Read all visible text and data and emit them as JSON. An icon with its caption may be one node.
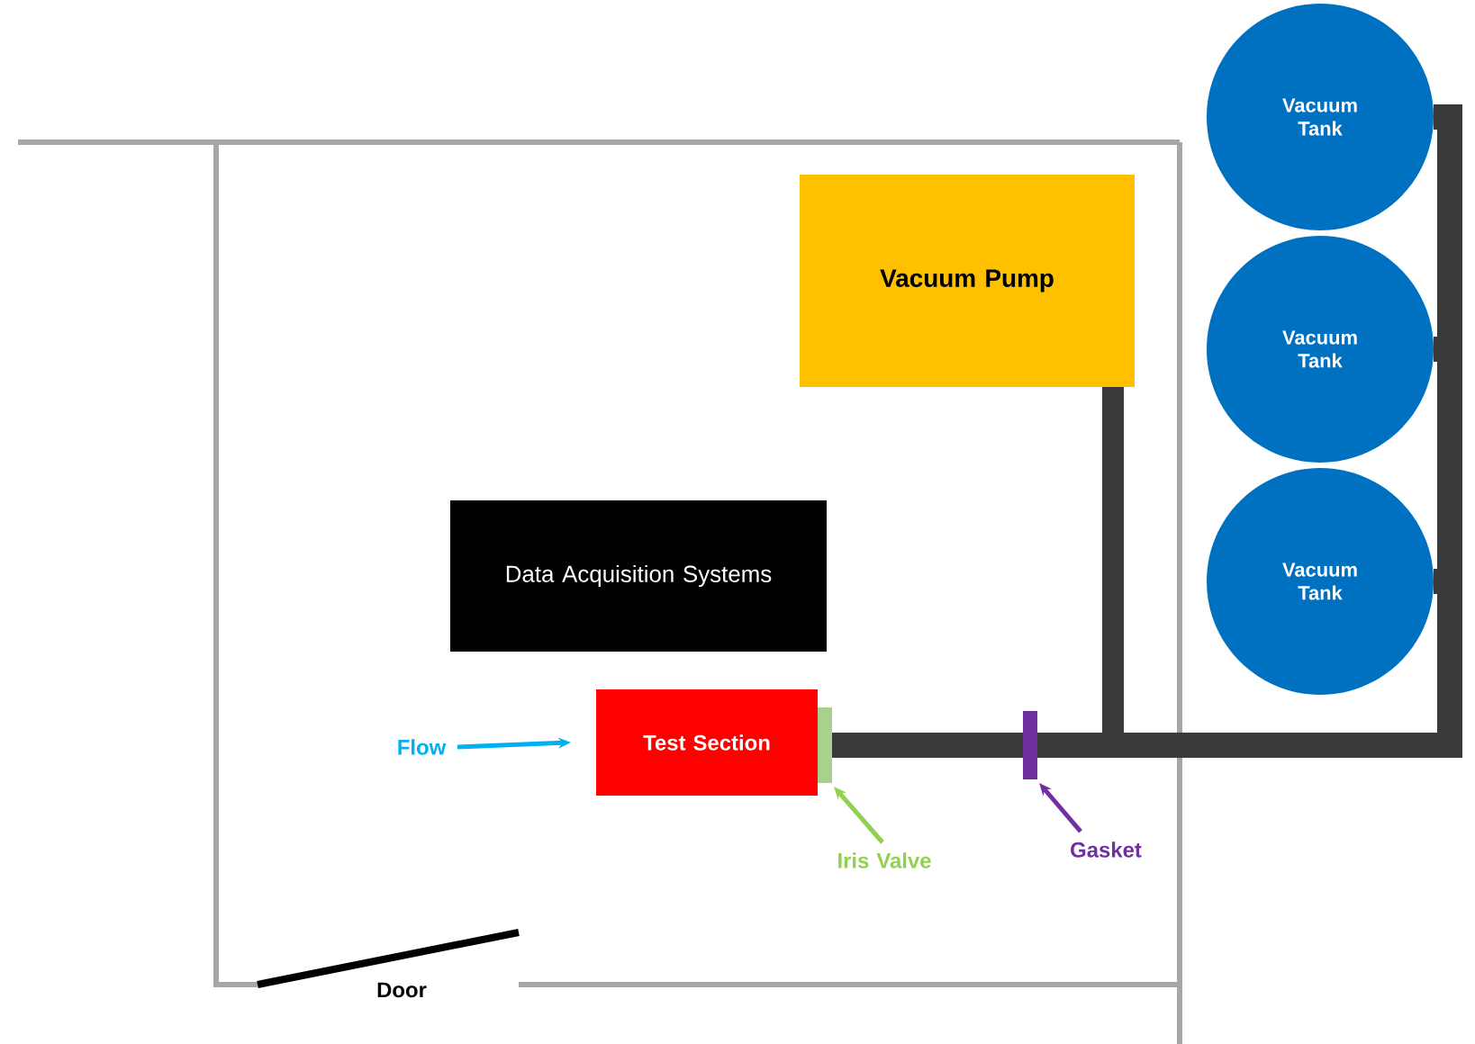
{
  "diagram": {
    "nodes": [
      {
        "text": [
          "Vacuum Tank"
        ]
      },
      {
        "text": [
          "Vacuum Tank"
        ]
      },
      {
        "text": [
          "Vacuum Tank"
        ]
      },
      {
        "text": [
          "Vacuum Pump"
        ]
      },
      {
        "text": [
          "Data Acquisition Systems"
        ]
      },
      {
        "text": [
          "Test Section"
        ]
      },
      {
        "text": [
          "Flow"
        ]
      },
      {
        "text": [],
        "shape": "bar"
      },
      {
        "text": [],
        "shape": "bar"
      },
      {
        "text": [
          "Iris Valve"
        ]
      },
      {
        "text": [
          "Gasket"
        ]
      }
    ],
    "edges": [
      {
        "from": 6,
        "to": 5,
        "arrow": "to",
        "color": "#00b0f0"
      },
      {
        "from": 9,
        "to": 7,
        "arrow": "to",
        "color": "#92d050"
      },
      {
        "from": 10,
        "to": 8,
        "arrow": "to",
        "color": "#7030a0"
      },
      {
        "from": 7,
        "to": 8,
        "arrow": "none"
      },
      {
        "from": 8,
        "to": 0,
        "arrow": "none"
      },
      {
        "from": 8,
        "to": 1,
        "arrow": "none"
      },
      {
        "from": 8,
        "to": 2,
        "arrow": "none"
      },
      {
        "from": 8,
        "to": 3,
        "arrow": "none"
      }
    ],
    "labels": [
      "Door"
    ]
  }
}
